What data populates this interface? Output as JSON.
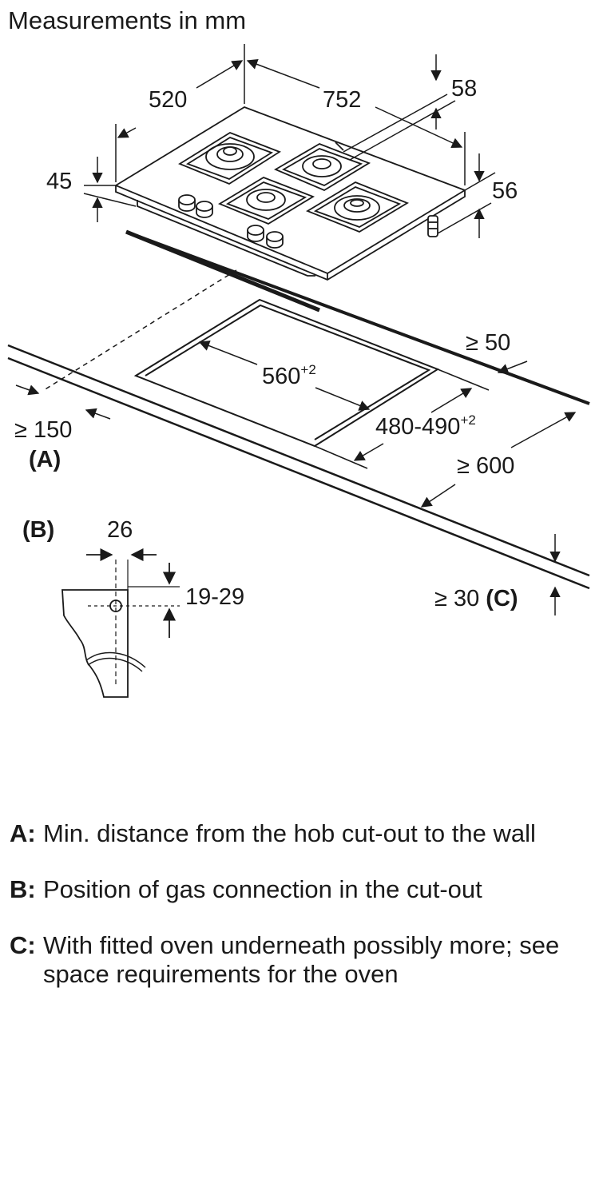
{
  "title": "Measurements in mm",
  "dimensions": {
    "hob_depth": "520",
    "hob_width": "752",
    "burner_height": "58",
    "glass_thickness": "45",
    "below_depth": "56",
    "cutout_width": "560",
    "cutout_width_tol": "+2",
    "cutout_depth": "480-490",
    "cutout_depth_tol": "+2",
    "min_rear": "≥ 50",
    "min_wall": "≥ 150",
    "min_front": "≥ 600",
    "min_worktop": "≥ 30",
    "gas_offset": "26",
    "gas_height": "19-29"
  },
  "labels": {
    "a": "(A)",
    "b": "(B)",
    "c": "(C)"
  },
  "notes": [
    {
      "key": "A:",
      "text": "Min. distance from the hob cut-out to the wall"
    },
    {
      "key": "B:",
      "text": "Position of gas connection in the cut-out"
    },
    {
      "key": "C:",
      "text": "With fitted oven underneath possibly more; see space requirements for the oven"
    }
  ]
}
